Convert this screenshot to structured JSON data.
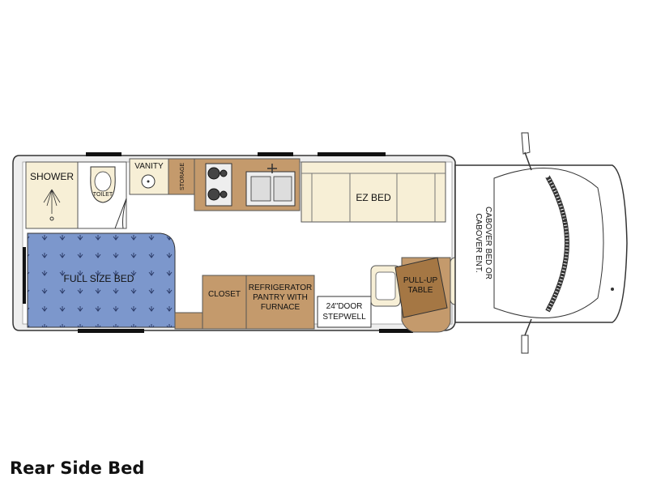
{
  "caption": "Rear Side Bed",
  "labels": {
    "shower": "SHOWER",
    "toilet": "TOILET",
    "vanity": "VANITY",
    "storage": "STORAGE",
    "ez_bed": "EZ BED",
    "full_size_bed": "FULL SIZE BED",
    "closet": "CLOSET",
    "refrigerator_line1": "REFRIGERATOR",
    "refrigerator_line2": "PANTRY WITH",
    "refrigerator_line3": "FURNACE",
    "door_line1": "24\"DOOR",
    "door_line2": "STEPWELL",
    "table_line1": "PULL-UP",
    "table_line2": "TABLE",
    "cabover_line1": "CABOVER BED OR",
    "cabover_line2": "CABOVER ENT."
  },
  "colors": {
    "wall": "#eeeeee",
    "cream": "#f7efd6",
    "bed_blue": "#7c97cc",
    "cabinet": "#c49a6c",
    "dark_wood": "#a57744",
    "outline": "#333333",
    "window": "#111111"
  }
}
